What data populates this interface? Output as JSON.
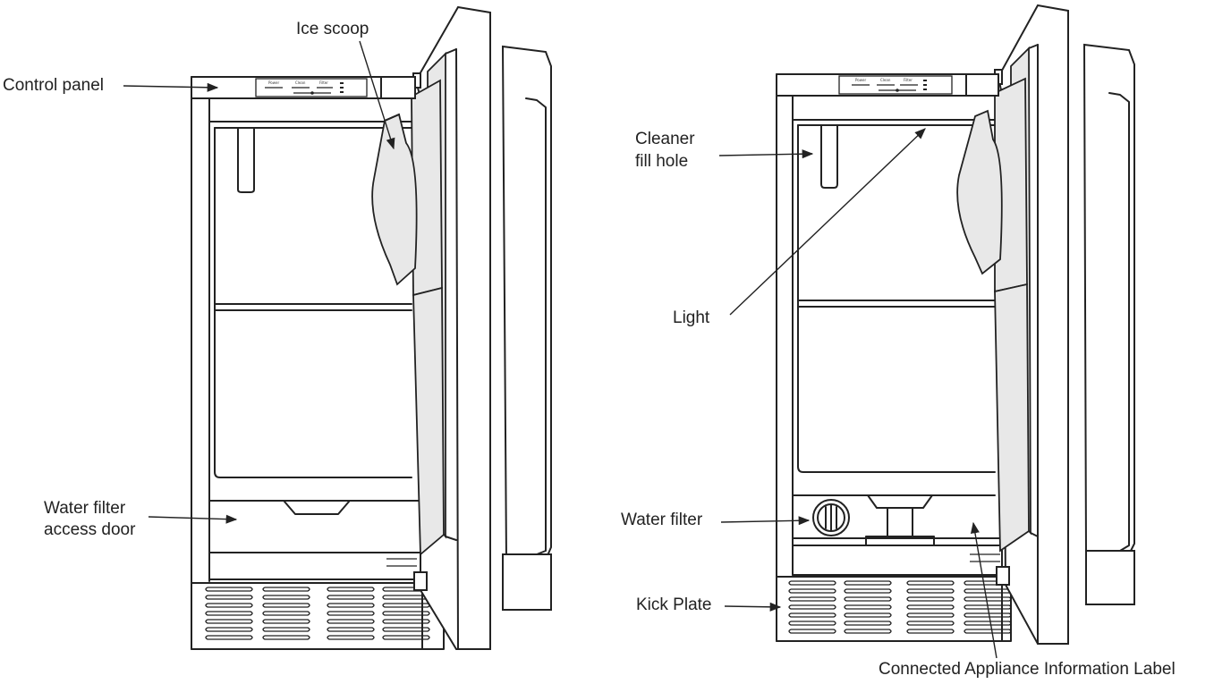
{
  "left_diagram": {
    "labels": {
      "ice_scoop": "Ice scoop",
      "control_panel": "Control panel",
      "water_filter_access_door_line1": "Water filter",
      "water_filter_access_door_line2": "access door"
    }
  },
  "right_diagram": {
    "labels": {
      "cleaner_fill_hole_line1": "Cleaner",
      "cleaner_fill_hole_line2": "fill hole",
      "light": "Light",
      "water_filter": "Water filter",
      "kick_plate": "Kick Plate",
      "connected_appliance_label": "Connected Appliance Information Label"
    }
  },
  "colors": {
    "line": "#222222",
    "door_panel": "#e8e8e8",
    "background": "#ffffff"
  }
}
